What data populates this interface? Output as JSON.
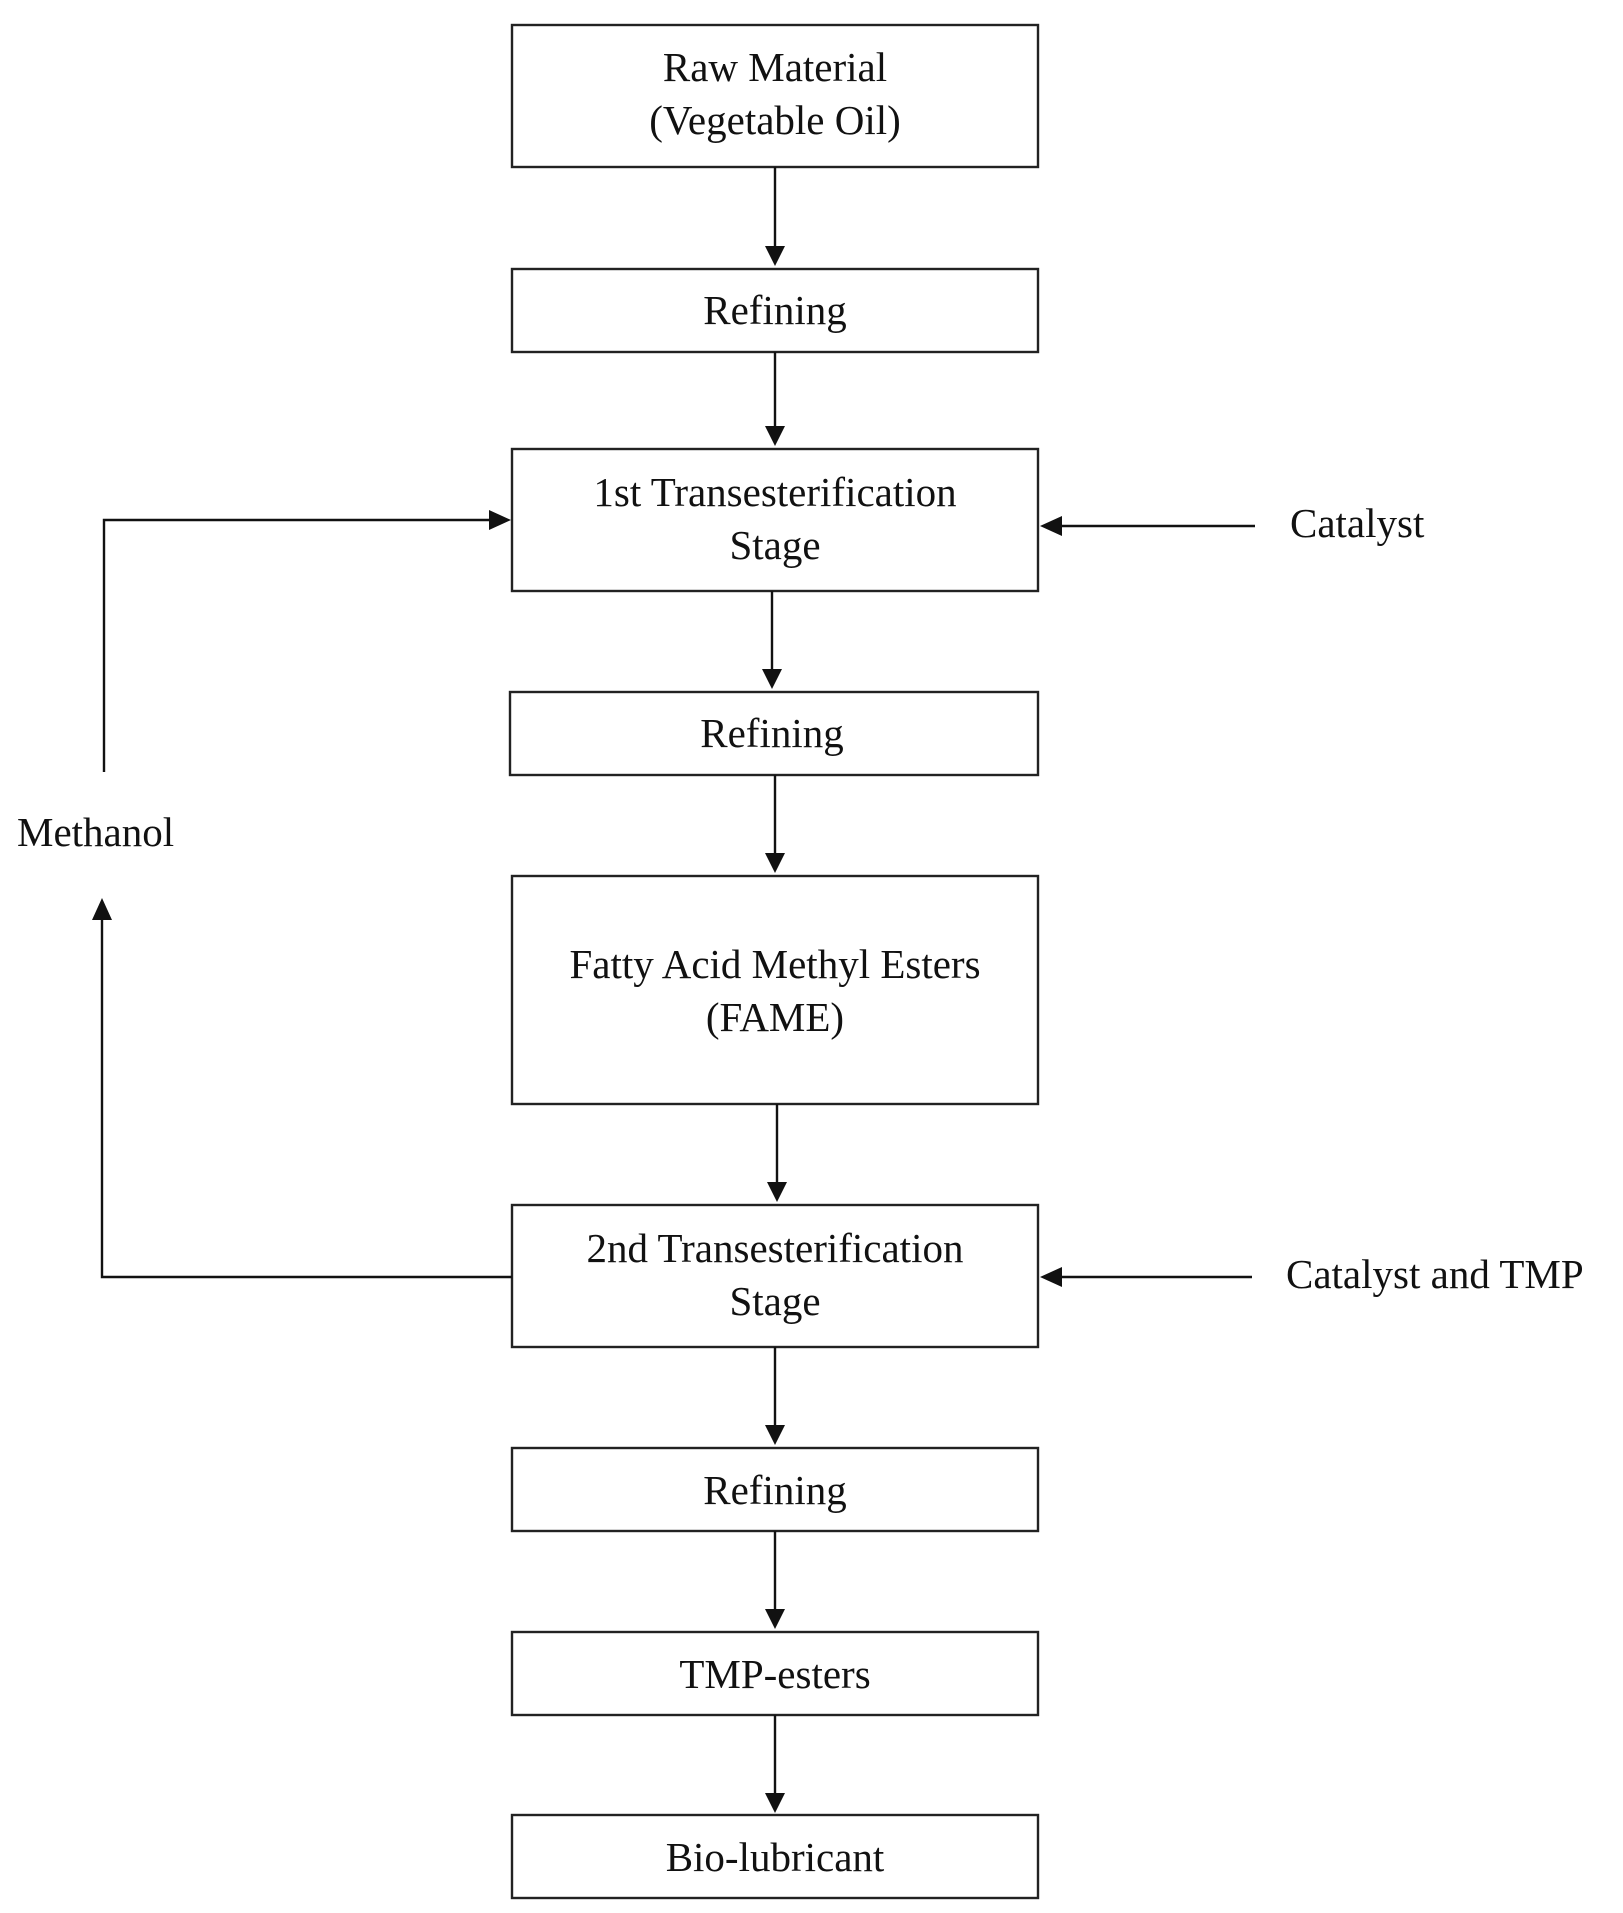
{
  "diagram": {
    "nodes": {
      "raw_material": {
        "line1": "Raw Material",
        "line2": "(Vegetable Oil)"
      },
      "refining_1": {
        "line1": "Refining"
      },
      "transesterification_1": {
        "line1": "1st Transesterification",
        "line2": "Stage"
      },
      "refining_2": {
        "line1": "Refining"
      },
      "fame": {
        "line1": "Fatty Acid Methyl Esters",
        "line2": "(FAME)"
      },
      "transesterification_2": {
        "line1": "2nd Transesterification",
        "line2": "Stage"
      },
      "refining_3": {
        "line1": "Refining"
      },
      "tmp_esters": {
        "line1": "TMP-esters"
      },
      "bio_lubricant": {
        "line1": "Bio-lubricant"
      }
    },
    "inputs": {
      "catalyst_1": "Catalyst",
      "catalyst_2": "Catalyst and TMP"
    },
    "recycle": {
      "methanol": "Methanol"
    },
    "colors": {
      "line": "#111111",
      "box_border": "#222222",
      "background": "#ffffff"
    }
  }
}
